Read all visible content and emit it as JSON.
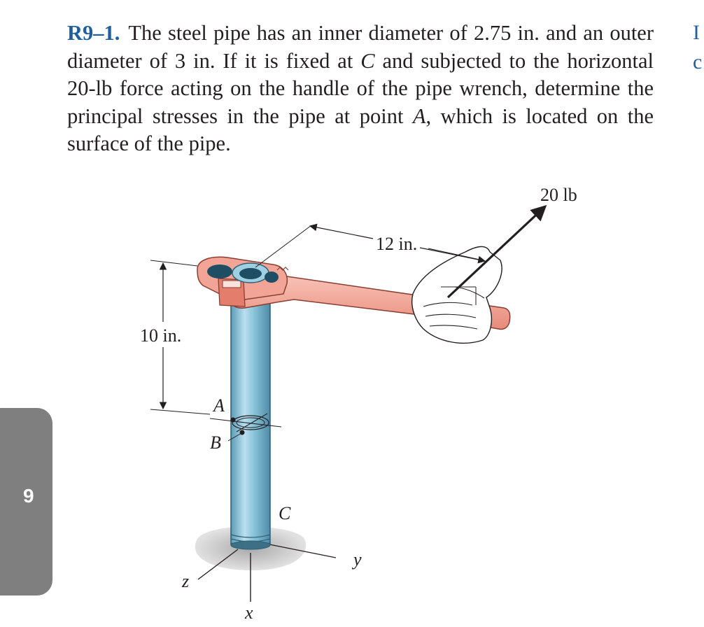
{
  "problem": {
    "number": "R9–1.",
    "line1": "The steel pipe has an inner diameter of 2.75 in. and",
    "line2_a": "an outer diameter of 3 in. If it is fixed at ",
    "line2_sym": "C",
    "line2_b": " and subjected to",
    "line3": "the horizontal 20-lb force acting on the handle of the pipe",
    "line4": "wrench, determine the principal stresses in the pipe at",
    "line5_a": "point ",
    "line5_sym": "A",
    "line5_b": ", which is located on the surface of the pipe."
  },
  "chapter_tab": {
    "number": "9"
  },
  "figure": {
    "force_label": "20 lb",
    "length_label": "12 in.",
    "height_label": "10 in.",
    "point_a": "A",
    "point_b": "B",
    "point_c": "C",
    "axis_x": "x",
    "axis_y": "y",
    "axis_z": "z"
  },
  "colors": {
    "heading_blue": "#1f5f9e",
    "pipe_blue": "#7fb7cf",
    "wrench_salmon": "#f2a596",
    "tab_gray": "#7f7f80"
  }
}
